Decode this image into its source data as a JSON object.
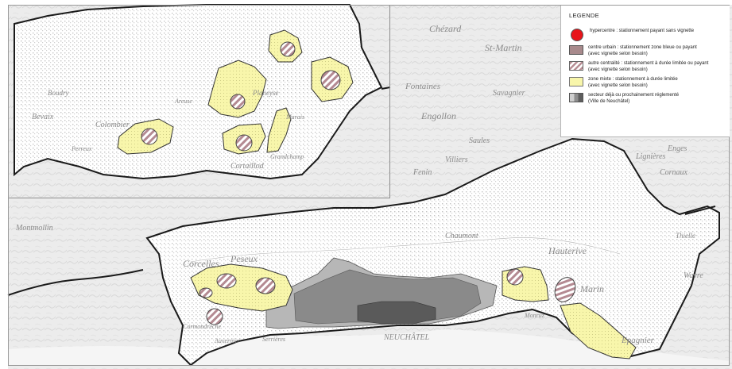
{
  "legend": {
    "title": "LEGENDE",
    "items": [
      {
        "key": "hypercentre",
        "lines": [
          "hypercentre : stationnement payant sans vignette"
        ]
      },
      {
        "key": "centre-urbain",
        "lines": [
          "centre urbain : stationnement zone bleue ou payant",
          "(avec vignette selon besoin)"
        ]
      },
      {
        "key": "autre-centralite",
        "lines": [
          "autre centralité : stationnement à durée limitée ou payant",
          "(avec vignette selon besoin)"
        ]
      },
      {
        "key": "zone-mixte",
        "lines": [
          "zone mixte : stationnement à durée limitée",
          "(avec vignette selon besoin)"
        ]
      },
      {
        "key": "secteur",
        "lines": [
          "secteur déjà ou prochainement réglementé",
          "(Ville de Neuchâtel)"
        ]
      }
    ]
  },
  "place_names": {
    "peseux": "Peseux",
    "corcelles": "Corcelles",
    "neuchatel": "NEUCHÂTEL",
    "hauterive": "Hauterive",
    "marin": "Marin",
    "epagnier": "Epagnier",
    "cormondreche": "Cormondrèche",
    "auvernier": "Auvernier",
    "serrieres": "Serrières",
    "colombier": "Colombier",
    "boudry": "Boudry",
    "cortaillod": "Cortaillod",
    "bevaix": "Bevaix",
    "areuse": "Areuse",
    "chezard": "Chézard",
    "st_martin": "St-Martin",
    "fontaines": "Fontaines",
    "engollon": "Engollon",
    "villiers": "Villiers",
    "saules": "Saules",
    "savagnier": "Savagnier",
    "fenin": "Fenin",
    "montmollin": "Montmollin",
    "planeyse": "Planeyse",
    "marais": "Marais",
    "chaumont": "Chaumont",
    "lignieres": "Lignières",
    "wavre": "Wavre",
    "monruz": "Monruz",
    "thielle": "Thielle",
    "cornaux": "Cornaux",
    "enges": "Enges",
    "perreux": "Perreux",
    "grandchamp": "Grandchamp"
  },
  "colors": {
    "mixed_zone": "#f8f6ab",
    "urban_centre": "#a88a8c",
    "hypercentre": "#e8141a",
    "sector_light": "#b7b7b7",
    "sector_mid": "#8a8a8a",
    "sector_dark": "#5a5a5a",
    "boundary": "#1a1a1a",
    "terrain": "#ebebeb"
  }
}
